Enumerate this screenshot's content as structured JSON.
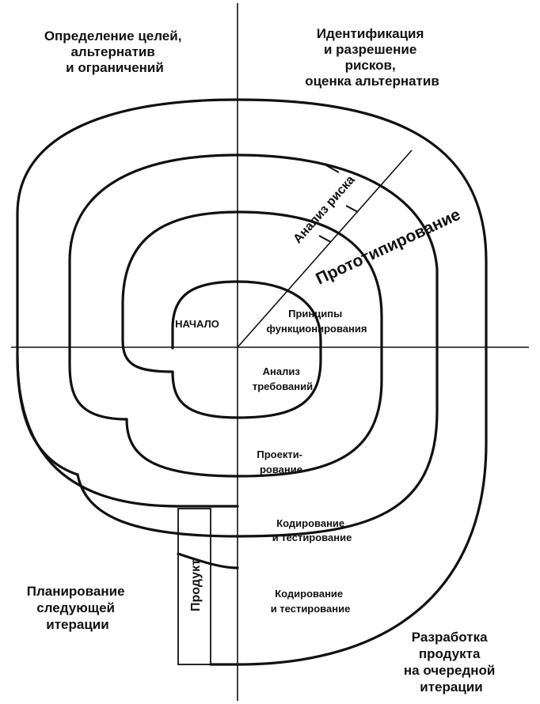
{
  "quadrants": {
    "top_left": [
      "Определение целей,",
      "альтернатив",
      "и ограничений"
    ],
    "top_right": [
      "Идентификация",
      "и разрешение",
      "рисков,",
      "оценка альтернатив"
    ],
    "bottom_left": [
      "Планирование",
      "следующей",
      "итерации"
    ],
    "bottom_right": [
      "Разработка",
      "продукта",
      "на очередной",
      "итерации"
    ]
  },
  "center": {
    "start": "НАЧАЛО"
  },
  "diagonal": {
    "risk_analysis": "Анализ риска",
    "prototyping": "Прототипирование"
  },
  "stages": {
    "principles": [
      "Принципы",
      "функционирования"
    ],
    "requirements": [
      "Анализ",
      "требований"
    ],
    "design": [
      "Проекти-",
      "рование"
    ],
    "coding_1": [
      "Кодирование",
      "и тестирование"
    ],
    "coding_2": [
      "Кодирование",
      "и тестирование"
    ]
  },
  "product": {
    "label": "Продукт"
  }
}
